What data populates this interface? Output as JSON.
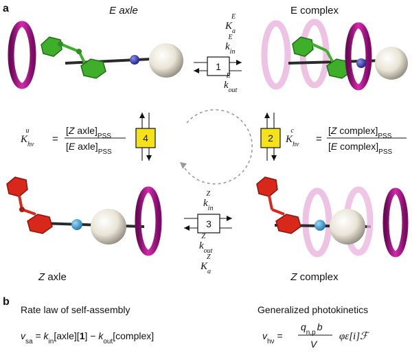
{
  "panel_a": {
    "label": "a",
    "e_axle": "E axle",
    "e_complex": "E complex",
    "z_axle": "Z axle",
    "z_complex": "Z complex",
    "box1": "1",
    "box2": "2",
    "box3": "3",
    "box4": "4",
    "k_a_E": "K_a^E",
    "k_in_E": "k_in^E",
    "k_out_E": "k_out^E",
    "k_in_Z": "k_in^Z",
    "k_out_Z": "k_out^Z",
    "k_a_Z": "K_a^Z",
    "k_hv_u_eq": "K_hν^u = [Z axle]_PSS / [E axle]_PSS",
    "k_hv_c_eq": "K_hν^c = [Z complex]_PSS / [E complex]_PSS"
  },
  "panel_b": {
    "label": "b",
    "rate_title": "Rate law of self-assembly",
    "rate_eq": "v_sa = k_in[axle][1] − k_out[complex]",
    "photo_title": "Generalized photokinetics",
    "photo_eq": "v_hν = (q_n,p b / V) φε[i]ℱ"
  },
  "colors": {
    "ring": "#b0128f",
    "ring_faded": "#e9b3dc",
    "e_axle_green": "#3fae2a",
    "z_axle_red": "#d8281c",
    "box_yellow": "#f6e21a",
    "dashed_cycle": "#9a9a9a"
  }
}
